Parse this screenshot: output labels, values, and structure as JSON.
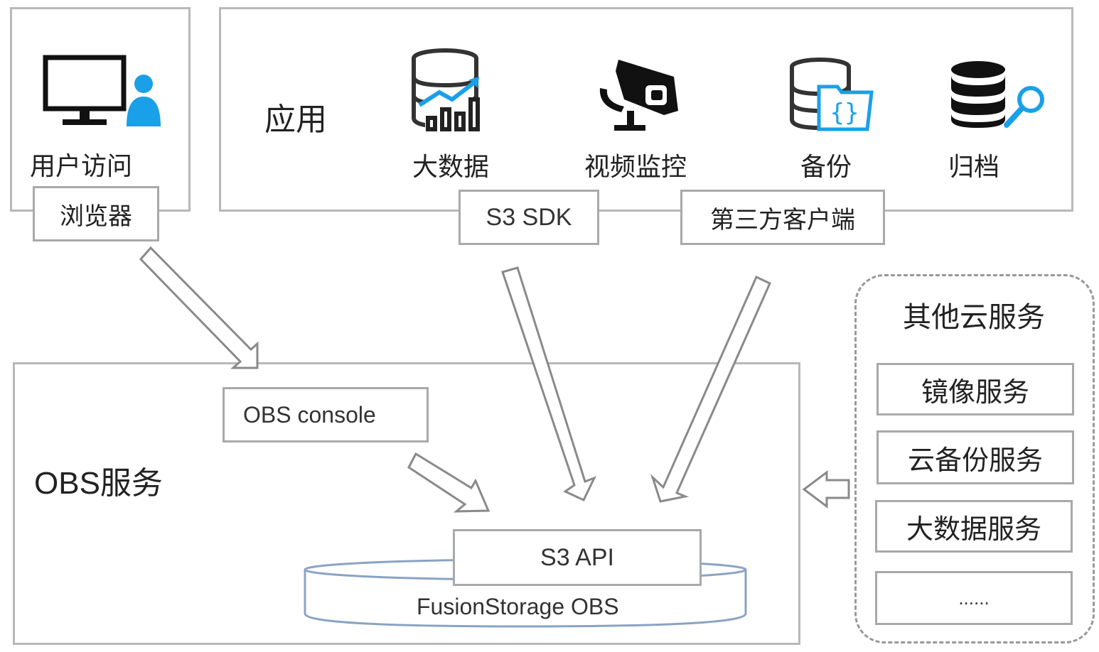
{
  "user_access": {
    "title": "用户访问",
    "browser": "浏览器"
  },
  "apps": {
    "title": "应用",
    "items": [
      {
        "label": "大数据",
        "icon": "database-chart-icon"
      },
      {
        "label": "视频监控",
        "icon": "camera-icon"
      },
      {
        "label": "备份",
        "icon": "database-folder-icon"
      },
      {
        "label": "归档",
        "icon": "database-search-icon"
      }
    ],
    "sdk": "S3 SDK",
    "third_party_client": "第三方客户端"
  },
  "obs": {
    "title": "OBS服务",
    "console": "OBS console",
    "api": "S3 API",
    "storage": "FusionStorage OBS"
  },
  "other_cloud": {
    "title": "其他云服务",
    "items": [
      "镜像服务",
      "云备份服务",
      "大数据服务",
      "......"
    ]
  },
  "colors": {
    "border": "#b8b8b8",
    "accent_blue": "#1aa0e8",
    "icon_dark": "#111111",
    "storage_blue": "#8aa3c4"
  }
}
